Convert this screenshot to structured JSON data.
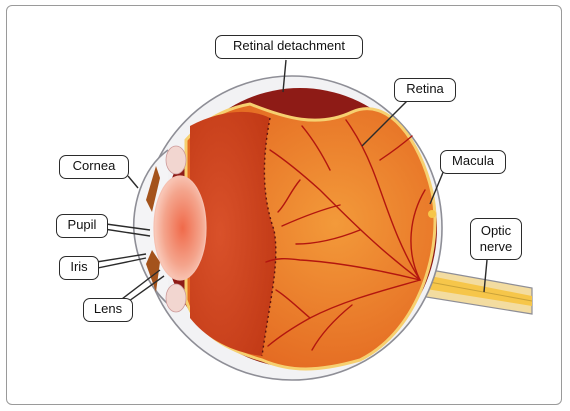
{
  "labels": {
    "retinal_detachment": "Retinal detachment",
    "retina": "Retina",
    "cornea": "Cornea",
    "macula": "Macula",
    "pupil": "Pupil",
    "optic_nerve_line1": "Optic",
    "optic_nerve_line2": "nerve",
    "iris": "Iris",
    "lens": "Lens"
  },
  "colors": {
    "sclera": "#f2f2f4",
    "sclera_edge": "#8e8e96",
    "choroid": "#8e1b16",
    "retina_fill": "#e8742a",
    "retina_edge": "#f6d070",
    "vitreous": "#d2471d",
    "vessel": "#b3160f",
    "lens": "#f2a08c",
    "iris": "#a4531c",
    "nerve": "#f6d070"
  }
}
